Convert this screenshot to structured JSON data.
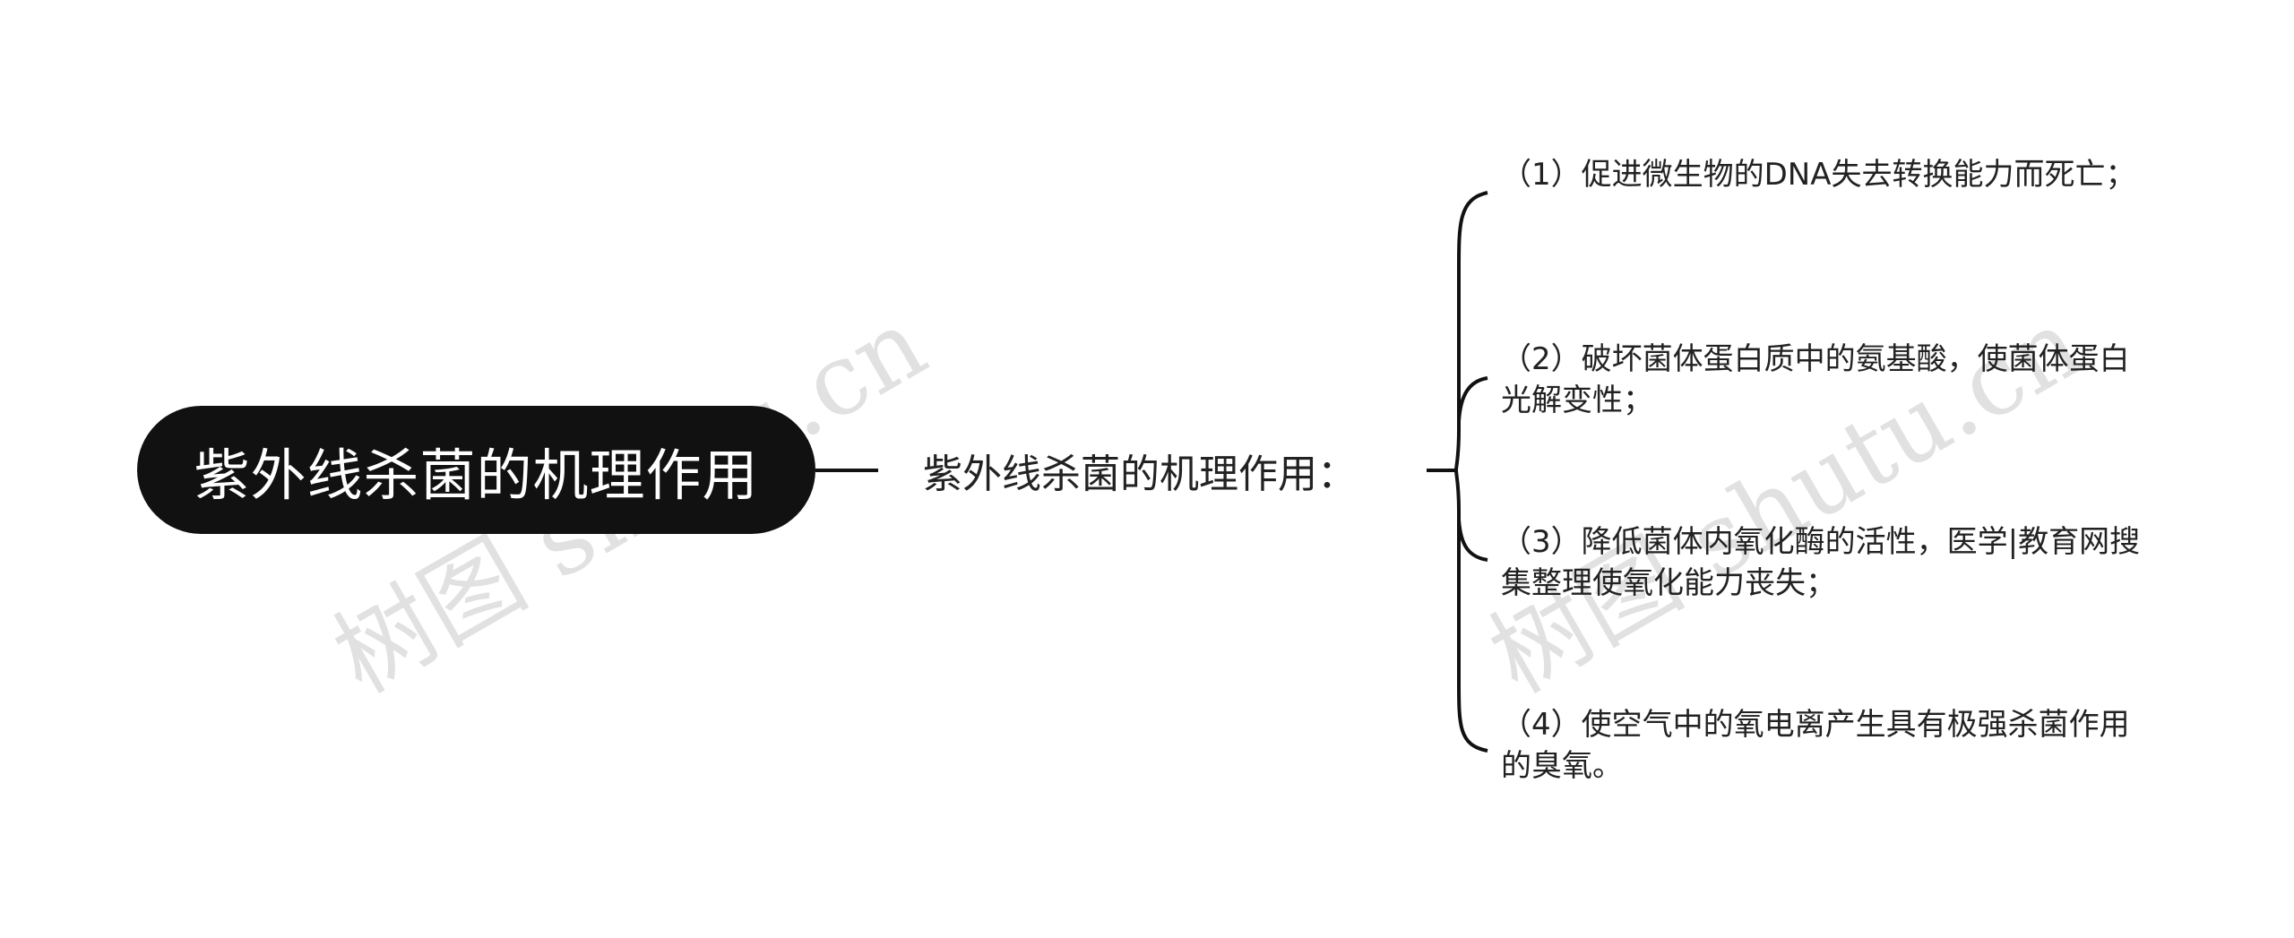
{
  "root": {
    "label": "紫外线杀菌的机理作用"
  },
  "mid": {
    "label": "紫外线杀菌的机理作用："
  },
  "leaves": [
    {
      "label": "（1）促进微生物的DNA失去转换能力而死亡；"
    },
    {
      "label": "（2）破坏菌体蛋白质中的氨基酸，使菌体蛋白光解变性；"
    },
    {
      "label": "（3）降低菌体内氧化酶的活性，医学|教育网搜集整理使氧化能力丧失；"
    },
    {
      "label": "（4）使空气中的氧电离产生具有极强杀菌作用的臭氧。"
    }
  ],
  "watermark": {
    "text": "树图 shutu.cn"
  },
  "colors": {
    "root_bg": "#111111",
    "root_text": "#ffffff",
    "line": "#111111",
    "text": "#222222"
  }
}
